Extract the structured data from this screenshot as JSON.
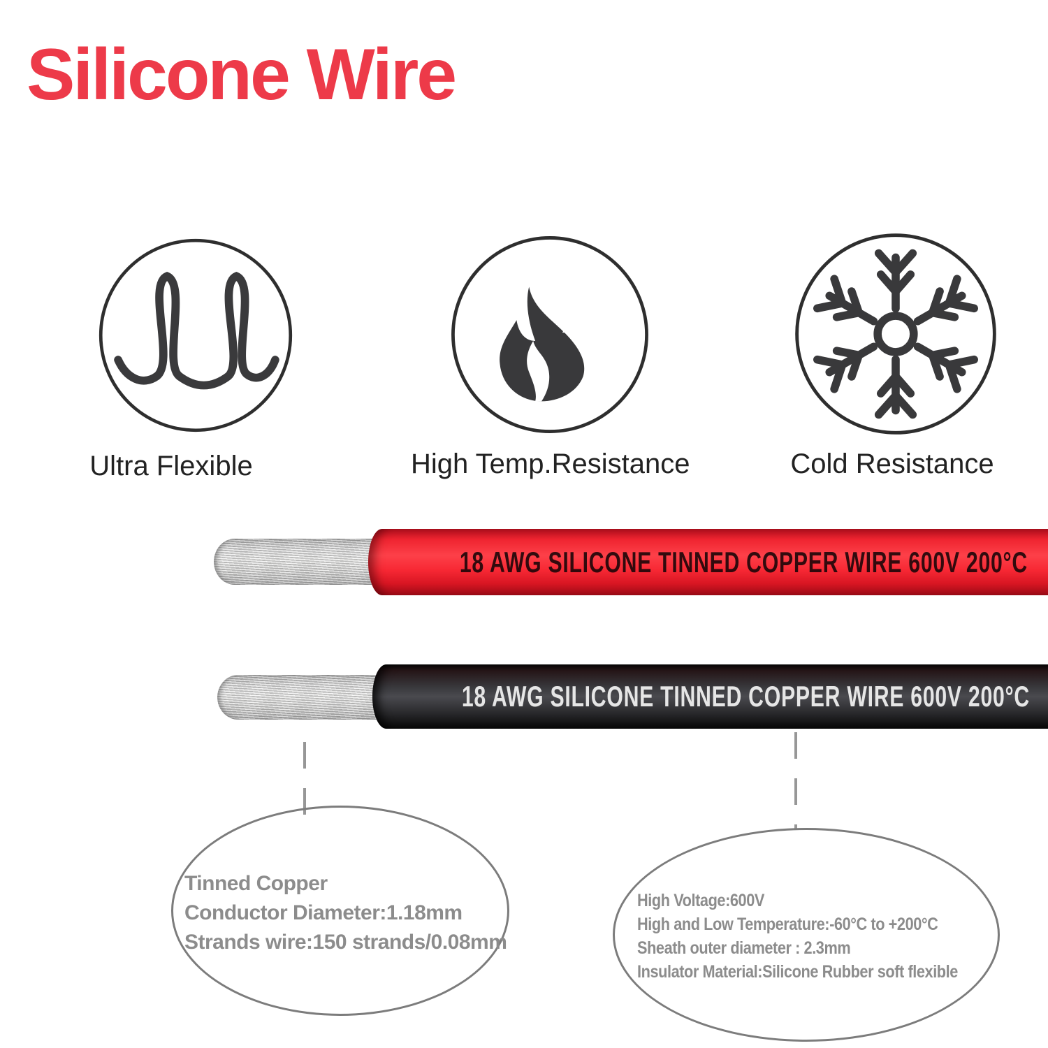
{
  "title": {
    "text": "Silicone Wire",
    "color": "#ed3a49"
  },
  "features": [
    {
      "icon": "coil-icon",
      "label": "Ultra Flexible"
    },
    {
      "icon": "flame-icon",
      "label": "High Temp.Resistance"
    },
    {
      "icon": "snowflake-icon",
      "label": "Cold Resistance"
    }
  ],
  "wires": [
    {
      "name": "red-wire",
      "print_label": "18 AWG SILICONE TINNED COPPER WIRE 600V 200°C",
      "insulation_color": "#f32534",
      "print_color": "#1d0b0d",
      "conductor": "tinned copper stranded"
    },
    {
      "name": "black-wire",
      "print_label": "18 AWG SILICONE TINNED COPPER WIRE 600V 200°C",
      "insulation_color": "#2b2b2e",
      "print_color": "#ededed",
      "conductor": "tinned copper stranded"
    }
  ],
  "callouts": {
    "conductor": {
      "lines": [
        "Tinned Copper",
        "Conductor Diameter:1.18mm",
        "Strands wire:150 strands/0.08mm"
      ]
    },
    "specs": {
      "lines": [
        "High Voltage:600V",
        "High and Low Temperature:-60°C to +200°C",
        "Sheath outer diameter : 2.3mm",
        "Insulator Material:Silicone Rubber soft flexible"
      ]
    }
  }
}
